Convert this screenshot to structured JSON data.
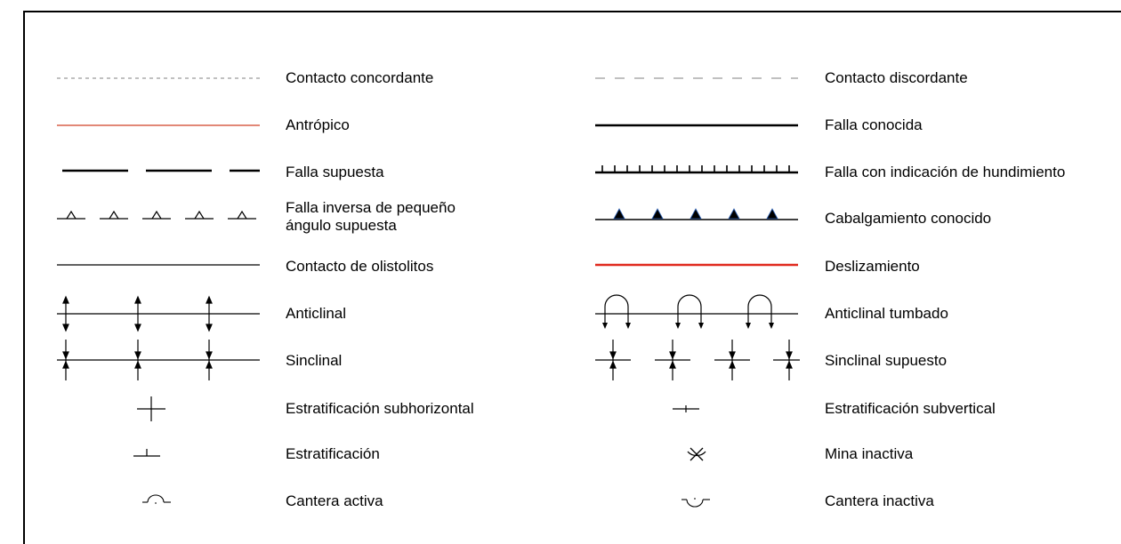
{
  "legend": {
    "left": [
      {
        "label": "Contacto concordante",
        "symbol": "contacto-concordante-symbol"
      },
      {
        "label": "Antrópico",
        "symbol": "antropico-symbol"
      },
      {
        "label": "Falla supuesta",
        "symbol": "falla-supuesta-symbol"
      },
      {
        "label": "Falla inversa de pequeño\nángulo supuesta",
        "symbol": "falla-inversa-symbol"
      },
      {
        "label": "Contacto de olistolitos",
        "symbol": "contacto-olistolitos-symbol"
      },
      {
        "label": "Anticlinal",
        "symbol": "anticlinal-symbol"
      },
      {
        "label": "Sinclinal",
        "symbol": "sinclinal-symbol"
      },
      {
        "label": "Estratificación subhorizontal",
        "symbol": "estratificacion-subhorizontal-symbol"
      },
      {
        "label": "Estratificación",
        "symbol": "estratificacion-symbol"
      },
      {
        "label": "Cantera activa",
        "symbol": "cantera-activa-symbol"
      }
    ],
    "right": [
      {
        "label": "Contacto discordante",
        "symbol": "contacto-discordante-symbol"
      },
      {
        "label": "Falla conocida",
        "symbol": "falla-conocida-symbol"
      },
      {
        "label": "Falla con indicación de hundimiento",
        "symbol": "falla-hundimiento-symbol"
      },
      {
        "label": "Cabalgamiento conocido",
        "symbol": "cabalgamiento-symbol"
      },
      {
        "label": "Deslizamiento",
        "symbol": "deslizamiento-symbol"
      },
      {
        "label": "Anticlinal tumbado",
        "symbol": "anticlinal-tumbado-symbol"
      },
      {
        "label": "Sinclinal supuesto",
        "symbol": "sinclinal-supuesto-symbol"
      },
      {
        "label": "Estratificación subvertical",
        "symbol": "estratificacion-subvertical-symbol"
      },
      {
        "label": "Mina inactiva",
        "symbol": "mina-inactiva-symbol"
      },
      {
        "label": "Cantera inactiva",
        "symbol": "cantera-inactiva-symbol"
      }
    ]
  },
  "colors": {
    "line": "#000000",
    "dashed_gray": "#9a9a9a",
    "antropico": "#d9614a",
    "deslizamiento": "#e0291e",
    "triangle_fill": "#000000",
    "triangle_edge": "#2a5db0"
  }
}
